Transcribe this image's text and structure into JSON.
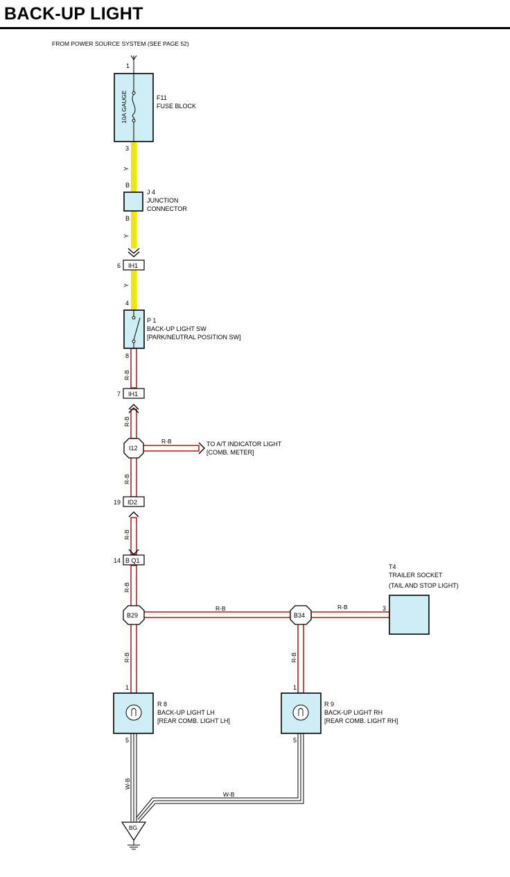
{
  "title": "BACK-UP LIGHT",
  "power_source_note": "FROM POWER SOURCE SYSTEM (SEE PAGE 52)",
  "components": {
    "fuse_block": {
      "code": "F11",
      "name": "FUSE BLOCK",
      "fuse_label": "10A GAUGE",
      "pin_in": "1",
      "pin_out": "3"
    },
    "junction_connector": {
      "code": "J 4",
      "line1": "JUNCTION",
      "line2": "CONNECTOR",
      "pin_in": "B",
      "pin_out": "B"
    },
    "backup_switch": {
      "code": "P 1",
      "line1": "BACK-UP LIGHT SW",
      "line2": "[PARK/NEUTRAL POSITION SW]",
      "pin_in": "4",
      "pin_out": "8"
    },
    "trailer_socket": {
      "code": "T4",
      "line1": "TRAILER SOCKET",
      "line2": "(TAIL AND STOP LIGHT)",
      "pin": "3"
    },
    "light_lh": {
      "code": "R 8",
      "line1": "BACK-UP LIGHT LH",
      "line2": "[REAR COMB. LIGHT LH]",
      "pin_in": "1",
      "pin_out": "5"
    },
    "light_rh": {
      "code": "R 9",
      "line1": "BACK-UP LIGHT RH",
      "line2": "[REAR COMB. LIGHT RH]",
      "pin_in": "1",
      "pin_out": "5"
    },
    "ground": {
      "code": "BG"
    }
  },
  "connectors": [
    {
      "id": "ih1_upper",
      "label": "IH1",
      "pin": "6"
    },
    {
      "id": "ih1_lower",
      "label": "IH1",
      "pin": "7"
    },
    {
      "id": "id2",
      "label": "ID2",
      "pin": "19"
    },
    {
      "id": "bq1",
      "label": "B Q1",
      "pin": "14"
    }
  ],
  "splices": {
    "i12": "I12",
    "b29": "B29",
    "b34": "B34"
  },
  "wire_colors": {
    "y": "Y",
    "rb": "R-B",
    "wb": "W-B"
  },
  "at_indicator": {
    "line1": "TO A/T INDICATOR LIGHT",
    "line2": "[COMB. METER]"
  },
  "colors": {
    "wire_yellow": "#f2e600",
    "wire_red": "#b3261e",
    "component_fill": "#cdeef4"
  }
}
